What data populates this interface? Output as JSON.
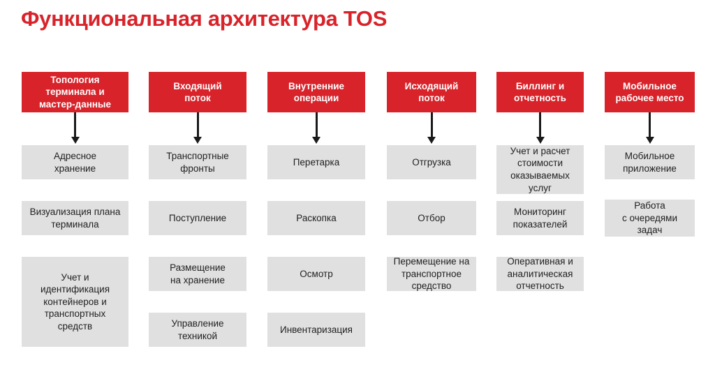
{
  "title": "Функциональная архитектура TOS",
  "colors": {
    "accent_red": "#d8232a",
    "box_gray": "#e0e0e0",
    "text_dark": "#1f1f1f",
    "header_text": "#ffffff"
  },
  "columns": [
    {
      "id": "topology-master-data",
      "header": "Топология\nтерминала и\nмастер-данные",
      "items": [
        "Адресное\nхранение",
        "Визуализация плана\nтерминала",
        "Учет и\nидентификация\nконтейнеров и\nтранспортных\nсредств"
      ]
    },
    {
      "id": "inbound-flow",
      "header": "Входящий\nпоток",
      "items": [
        "Транспортные\nфронты",
        "Поступление",
        "Размещение\nна хранение",
        "Управление\nтехникой"
      ]
    },
    {
      "id": "internal-operations",
      "header": "Внутренние\nоперации",
      "items": [
        "Перетарка",
        "Раскопка",
        "Осмотр",
        "Инвентаризация"
      ]
    },
    {
      "id": "outbound-flow",
      "header": "Исходящий\nпоток",
      "items": [
        "Отгрузка",
        "Отбор",
        "Перемещение на\nтранспортное\nсредство"
      ]
    },
    {
      "id": "billing-reporting",
      "header": "Биллинг и\nотчетность",
      "items": [
        "Учет и расчет\nстоимости\nоказываемых\nуслуг",
        "Мониторинг\nпоказателей",
        "Оперативная и\nаналитическая\nотчетность"
      ]
    },
    {
      "id": "mobile-workplace",
      "header": "Мобильное\nрабочее место",
      "items": [
        "Мобильное\nприложение",
        "Работа\nс очередями\nзадач"
      ]
    }
  ]
}
